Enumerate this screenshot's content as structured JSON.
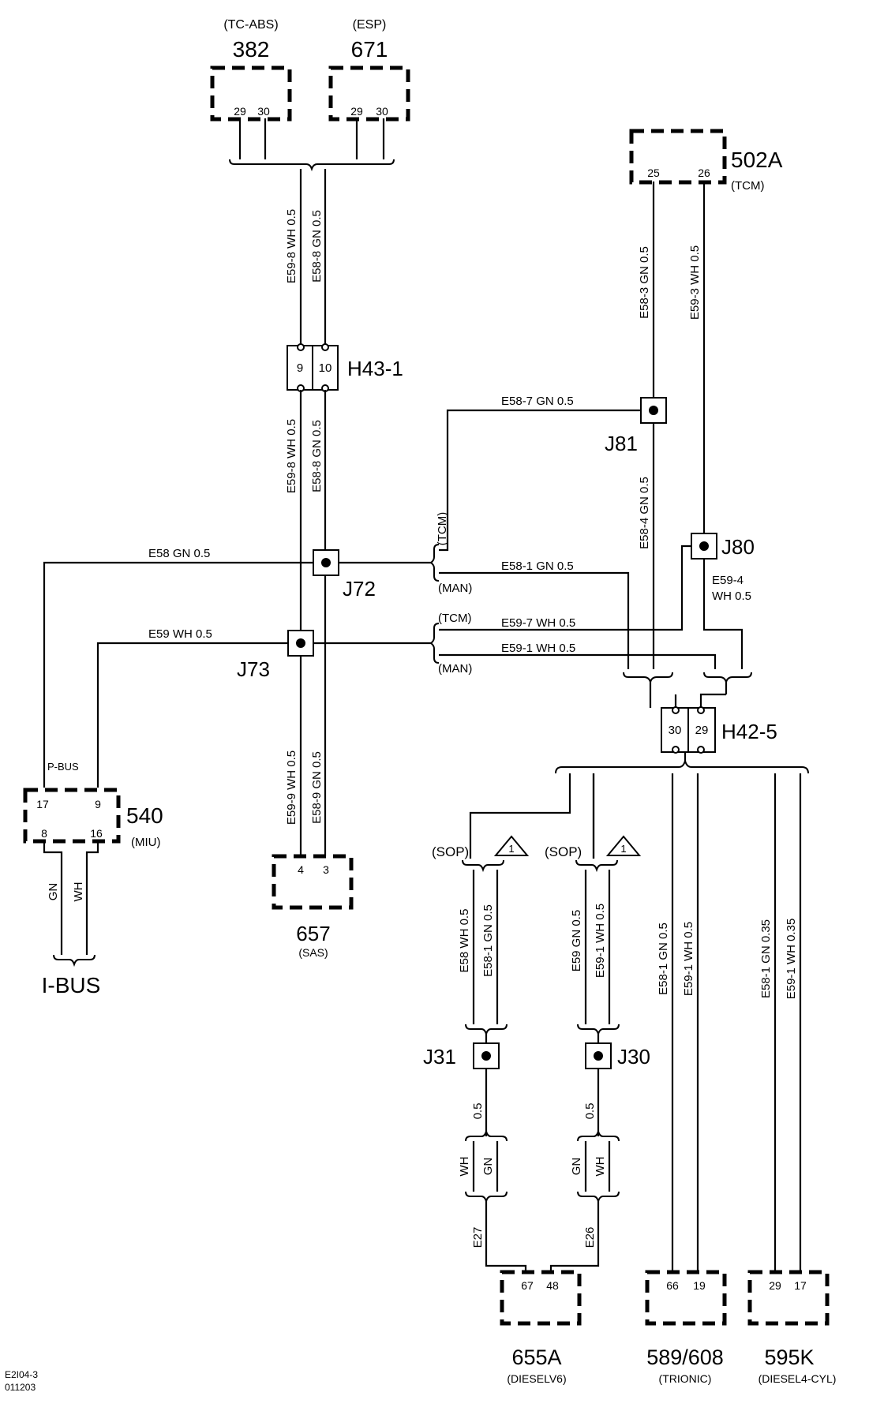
{
  "components": {
    "c382": {
      "id": "382",
      "label": "(TC-ABS)",
      "pins": [
        "29",
        "30"
      ]
    },
    "c671": {
      "id": "671",
      "label": "(ESP)",
      "pins": [
        "29",
        "30"
      ]
    },
    "c502a": {
      "id": "502A",
      "label": "(TCM)",
      "pins": [
        "25",
        "26"
      ]
    },
    "c540": {
      "id": "540",
      "label": "(MIU)",
      "pins": [
        "17",
        "9",
        "8",
        "16"
      ],
      "bus_label": "P-BUS"
    },
    "c657": {
      "id": "657",
      "label": "(SAS)",
      "pins": [
        "4",
        "3"
      ]
    },
    "c655a": {
      "id": "655A",
      "label": "(DIESELV6)",
      "pins": [
        "67",
        "48"
      ]
    },
    "c589": {
      "id": "589/608",
      "label": "(TRIONIC)",
      "pins": [
        "66",
        "19"
      ]
    },
    "c595k": {
      "id": "595K",
      "label": "(DIESEL4-CYL)",
      "pins": [
        "29",
        "17"
      ]
    }
  },
  "connectors": {
    "h43": {
      "id": "H43-1",
      "pins": [
        "9",
        "10"
      ]
    },
    "h42": {
      "id": "H42-5",
      "pins": [
        "30",
        "29"
      ]
    }
  },
  "junctions": {
    "j72": "J72",
    "j73": "J73",
    "j80": "J80",
    "j81": "J81",
    "j30": "J30",
    "j31": "J31"
  },
  "wires": {
    "w_e598_top": "E59-8  WH  0.5",
    "w_e588_top": "E58-8  GN  0.5",
    "w_e598_mid": "E59-8  WH  0.5",
    "w_e588_mid": "E58-8  GN  0.5",
    "w_e599": "E59-9  WH  0.5",
    "w_e589": "E58-9  GN  0.5",
    "w_e583": "E58-3  GN  0.5",
    "w_e593": "E59-3  WH  0.5",
    "w_e587": "E58-7  GN  0.5",
    "w_e584": "E58-4  GN  0.5",
    "w_e594a": "E59-4",
    "w_e594b": "WH  0.5",
    "w_e581": "E58-1  GN  0.5",
    "w_e597": "E59-7  WH  0.5",
    "w_e591": "E59-1  WH  0.5",
    "w_e58": "E58  GN  0.5",
    "w_e59": "E59  WH  0.5",
    "w_sop1_a": "E58  WH  0.5",
    "w_sop1_b": "E58-1  GN  0.5",
    "w_sop2_a": "E59  GN  0.5",
    "w_sop2_b": "E59-1  WH  0.5",
    "w_trio_a": "E58-1  GN  0.5",
    "w_trio_b": "E59-1  WH  0.5",
    "w_dsl_a": "E58-1  GN  0.35",
    "w_dsl_b": "E59-1  WH  0.35",
    "w_ibus_gn": "GN",
    "w_ibus_wh": "WH",
    "w_j31_size": "0.5",
    "w_j30_size": "0.5",
    "w_j31_wh": "WH",
    "w_j31_gn": "GN",
    "w_j30_gn": "GN",
    "w_j30_wh": "WH",
    "w_e27": "E27",
    "w_e26": "E26"
  },
  "branches": {
    "tcm1": "(TCM)",
    "man1": "(MAN)",
    "tcm2": "(TCM)",
    "man2": "(MAN)",
    "sop1": "(SOP)",
    "sop2": "(SOP)",
    "note1": "1",
    "note2": "1"
  },
  "bus": {
    "ibus": "I-BUS"
  },
  "footer": {
    "code": "E2I04-3",
    "date": "011203"
  }
}
